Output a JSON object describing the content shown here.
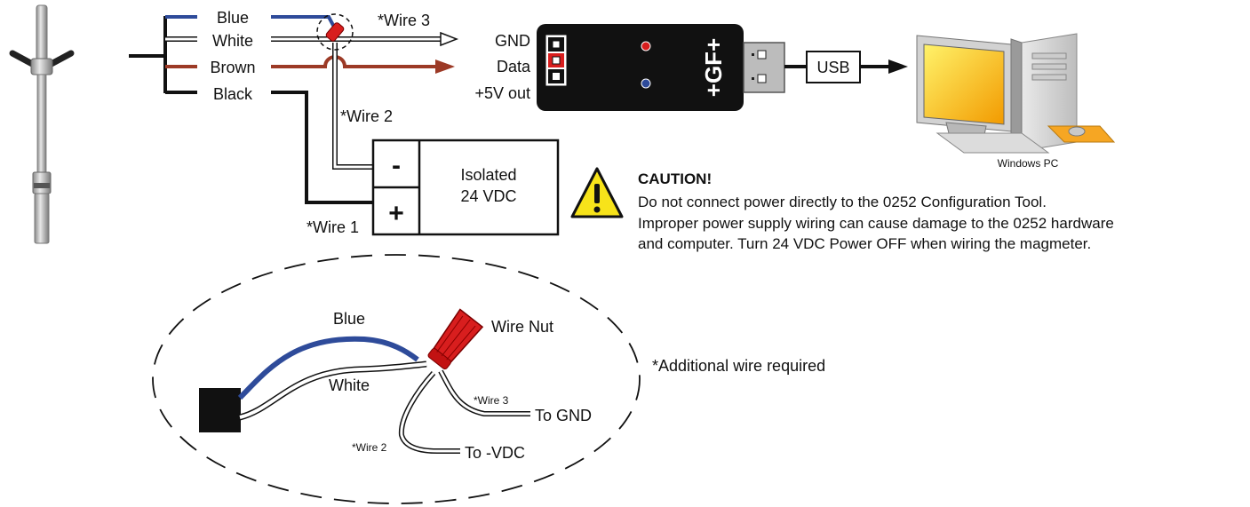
{
  "wire_labels": {
    "blue": "Blue",
    "white": "White",
    "brown": "Brown",
    "black": "Black",
    "wire3": "*Wire 3",
    "wire2": "*Wire 2",
    "wire1": "*Wire 1"
  },
  "tool": {
    "gnd": "GND",
    "data": "Data",
    "plus5v": "+5V out",
    "logo": "+GF+"
  },
  "usb": {
    "label": "USB"
  },
  "pc": {
    "label": "Windows PC"
  },
  "power_supply": {
    "minus": "-",
    "plus": "+",
    "line1": "Isolated",
    "line2": "24 VDC"
  },
  "caution": {
    "title": "CAUTION!",
    "line1": "Do not connect power directly to the 0252 Configuration Tool.",
    "line2": "Improper power supply wiring can cause damage to the 0252 hardware",
    "line3": "and computer. Turn 24 VDC Power OFF when wiring the magmeter."
  },
  "detail": {
    "blue": "Blue",
    "white": "White",
    "wire_nut": "Wire Nut",
    "wire3": "*Wire 3",
    "to_gnd": "To  GND",
    "wire2": "*Wire 2",
    "to_vdc": "To  -VDC",
    "note": "*Additional wire required"
  },
  "colors": {
    "blue_wire": "#2e4b9a",
    "brown_wire": "#9c3a26",
    "red": "#d81e1e",
    "caution_yellow": "#f7e31a"
  }
}
